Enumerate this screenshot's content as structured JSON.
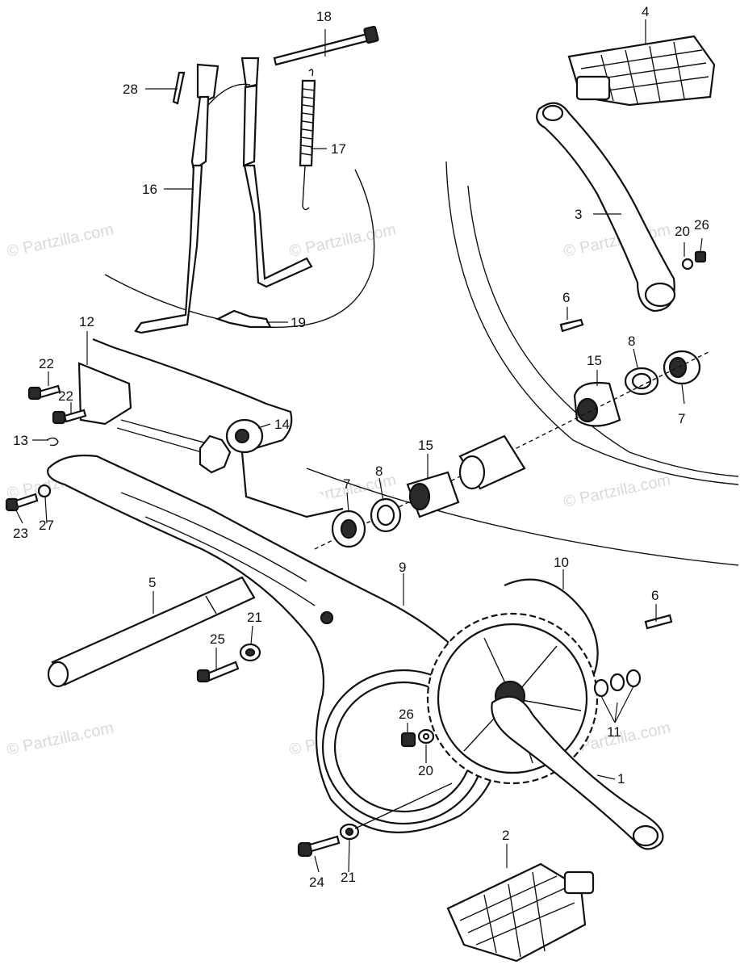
{
  "watermark": "© Partzilla.com",
  "callouts": {
    "c1": "1",
    "c2": "2",
    "c3": "3",
    "c4": "4",
    "c5": "5",
    "c6a": "6",
    "c6b": "6",
    "c7a": "7",
    "c7b": "7",
    "c8a": "8",
    "c8b": "8",
    "c9": "9",
    "c10": "10",
    "c11": "11",
    "c12": "12",
    "c13": "13",
    "c14": "14",
    "c15a": "15",
    "c15b": "15",
    "c16": "16",
    "c17": "17",
    "c18": "18",
    "c19": "19",
    "c20a": "20",
    "c20b": "20",
    "c21a": "21",
    "c21b": "21",
    "c22a": "22",
    "c22b": "22",
    "c23": "23",
    "c24": "24",
    "c25": "25",
    "c26a": "26",
    "c26b": "26",
    "c27": "27",
    "c28": "28"
  }
}
